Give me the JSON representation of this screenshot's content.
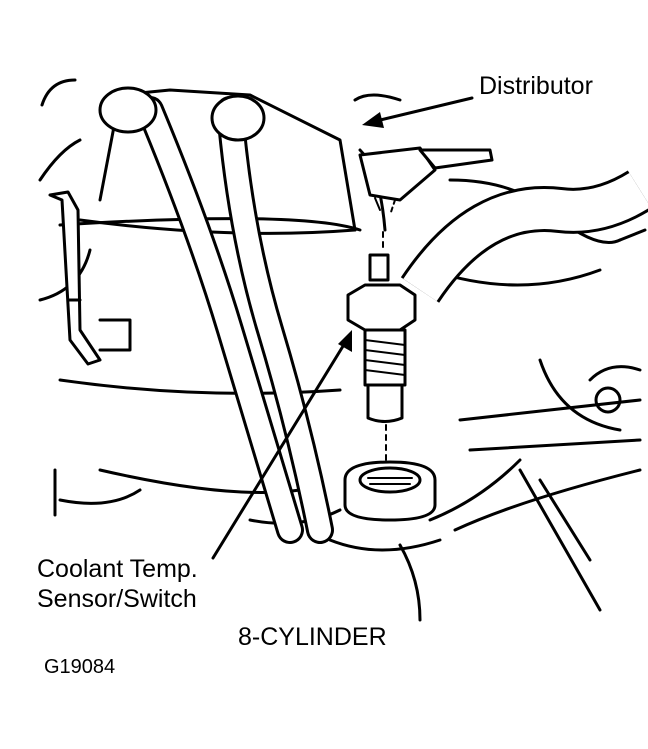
{
  "labels": {
    "distributor": "Distributor",
    "sensor_line1": "Coolant Temp.",
    "sensor_line2": "Sensor/Switch",
    "engine": "8-CYLINDER",
    "figure_id": "G19084"
  }
}
